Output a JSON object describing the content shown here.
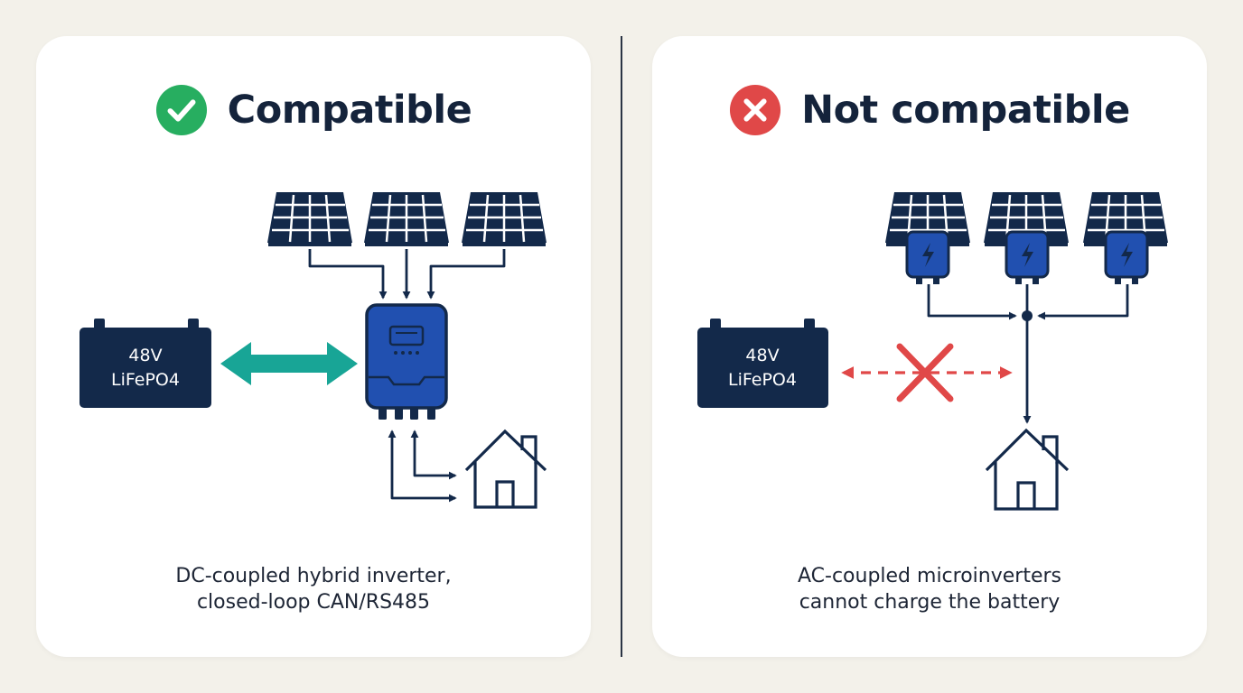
{
  "left_panel": {
    "title": "Compatible",
    "status_icon": "check-circle-icon",
    "status_color": "#27ae60",
    "battery": {
      "voltage": "48V",
      "chemistry": "LiFePO4"
    },
    "caption": [
      "DC-coupled hybrid inverter,",
      "closed-loop CAN/RS485"
    ]
  },
  "right_panel": {
    "title": "Not compatible",
    "status_icon": "x-circle-icon",
    "status_color": "#e04848",
    "battery": {
      "voltage": "48V",
      "chemistry": "LiFePO4"
    },
    "caption": [
      "AC-coupled microinverters",
      "cannot charge the battery"
    ]
  },
  "colors": {
    "navy": "#13294a",
    "inverter_blue": "#2150b0",
    "teal": "#18a596",
    "red": "#e04848"
  }
}
